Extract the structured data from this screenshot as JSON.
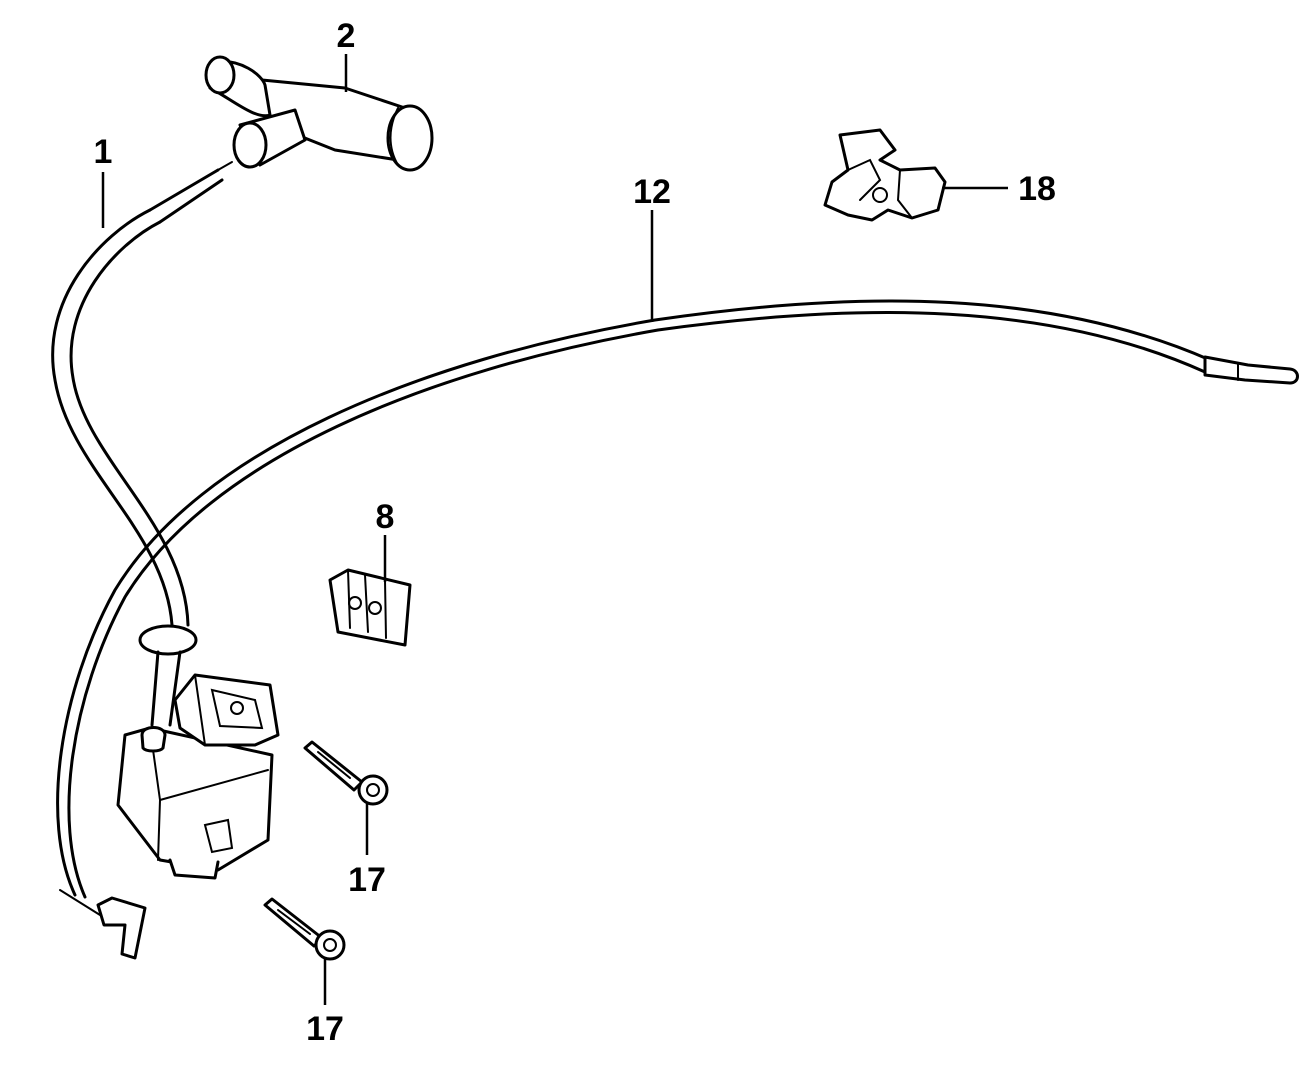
{
  "diagram": {
    "callouts": {
      "ignition_coil_label": "1",
      "plug_cap_label": "2",
      "grommet_label": "8",
      "ground_wire_label": "12",
      "bolt_upper_label": "17",
      "bolt_lower_label": "17",
      "wire_clip_label": "18"
    }
  }
}
